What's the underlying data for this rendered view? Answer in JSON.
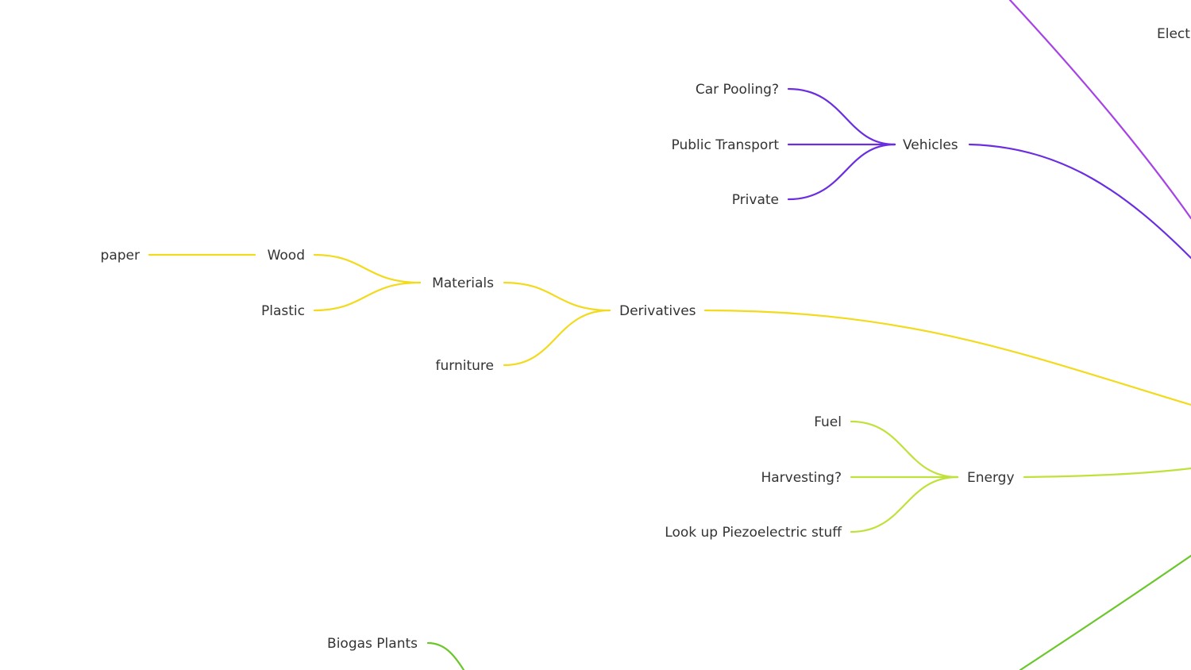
{
  "colors": {
    "magenta_branch": "#a642e6",
    "purple_branch": "#6a2ee0",
    "yellow_branch": "#f2da1c",
    "lime_branch": "#bfe23a",
    "green_branch": "#6cc72d",
    "text": "#333333"
  },
  "nodes": {
    "electric": "Elect",
    "car_pooling": "Car Pooling?",
    "public_transport": "Public Transport",
    "private": "Private",
    "vehicles": "Vehicles",
    "paper": "paper",
    "wood": "Wood",
    "plastic": "Plastic",
    "materials": "Materials",
    "furniture": "furniture",
    "derivatives": "Derivatives",
    "fuel": "Fuel",
    "harvesting": "Harvesting?",
    "piezo": "Look up Piezoelectric stuff",
    "energy": "Energy",
    "biogas": "Biogas Plants"
  }
}
